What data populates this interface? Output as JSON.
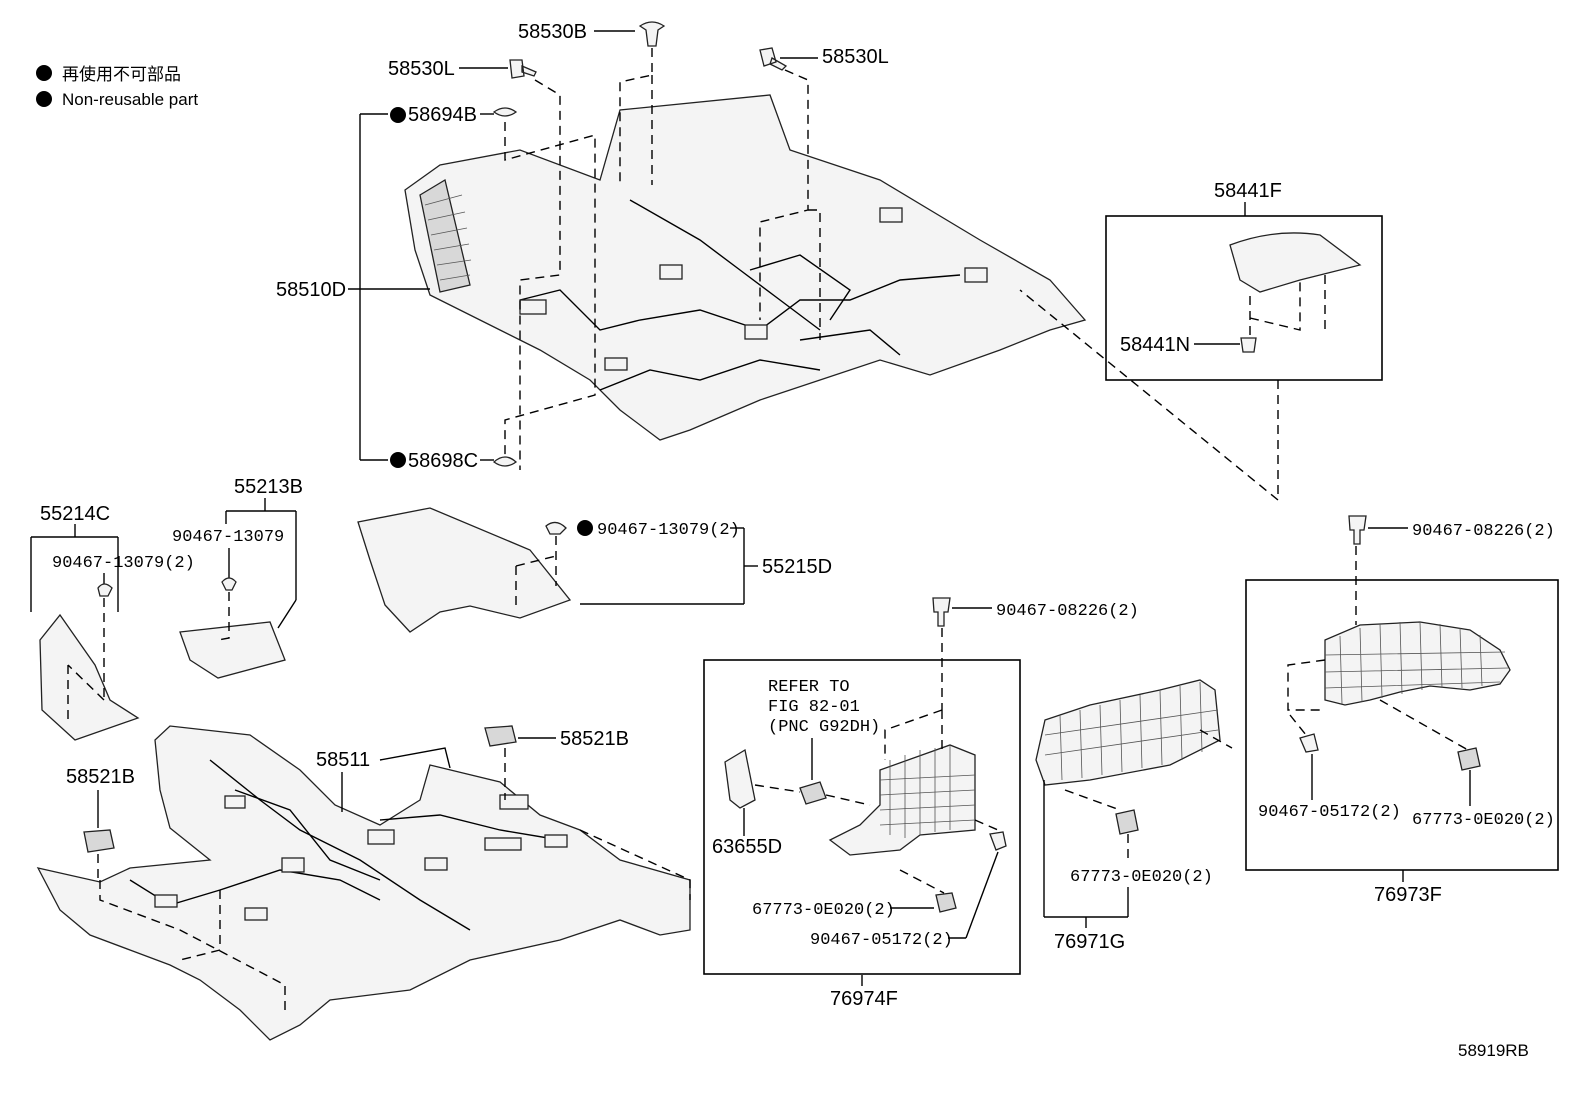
{
  "legend": {
    "item_jp": "再使用不可部品",
    "item_en": "Non-reusable part"
  },
  "labels": {
    "p58530B": "58530B",
    "p58530L_left": "58530L",
    "p58530L_right": "58530L",
    "p58694B": "58694B",
    "p58510D": "58510D",
    "p58698C": "58698C",
    "p58441F": "58441F",
    "p58441N": "58441N",
    "p55214C": "55214C",
    "p55213B": "55213B",
    "p90467_13079_a": "90467-13079(2)",
    "p90467_13079_b": "90467-13079",
    "p90467_13079_c": "90467-13079(2)",
    "p55215D": "55215D",
    "p90467_08226_a": "90467-08226(2)",
    "p90467_08226_b": "90467-08226(2)",
    "p58521B_right": "58521B",
    "p58521B_left": "58521B",
    "p58511": "58511",
    "refer_1": "REFER TO",
    "refer_2": "FIG 82-01",
    "refer_3": "(PNC G92DH)",
    "p63655D": "63655D",
    "p67773_a": "67773-0E020(2)",
    "p90467_05172_a": "90467-05172(2)",
    "p76974F": "76974F",
    "p67773_b": "67773-0E020(2)",
    "p76971G": "76971G",
    "p90467_05172_b": "90467-05172(2)",
    "p67773_c": "67773-0E020(2)",
    "p76973F": "76973F",
    "diagram_code": "58919RB"
  }
}
